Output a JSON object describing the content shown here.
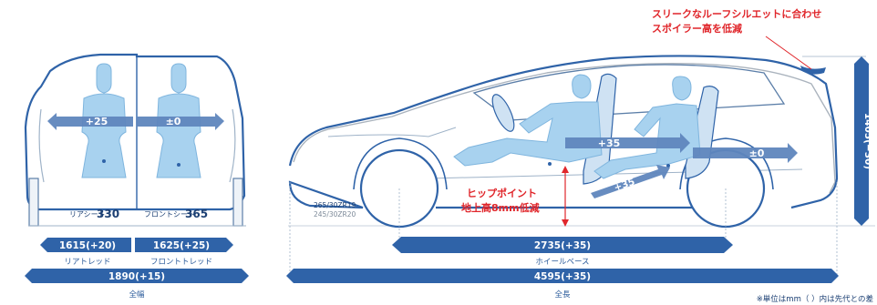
{
  "annotations": {
    "spoiler_line1": "スリークなルーフシルエットに合わせ",
    "spoiler_line2": "スポイラー高を低減",
    "hip_line1": "ヒップポイント",
    "hip_line2": "地上高8mm低減"
  },
  "front_view": {
    "rear_headroom": "+25",
    "front_headroom": "±0",
    "rear_seat_label": "リアシート",
    "rear_seat_value": "330",
    "front_seat_label": "フロントシート",
    "front_seat_value": "365",
    "rear_tread_value": "1615(+20)",
    "rear_tread_label": "リアトレッド",
    "front_tread_value": "1625(+25)",
    "front_tread_label": "フロントトレッド",
    "width_value": "1890(+15)",
    "width_label": "全幅"
  },
  "side_view": {
    "front_legroom": "+35",
    "rear_headroom": "±0",
    "rear_legroom": "+35",
    "tire_size_1": "265/30ZR19",
    "tire_size_2": "245/30ZR20",
    "height_value": "1405(−30)",
    "wheelbase_value": "2735(+35)",
    "wheelbase_label": "ホイールベース",
    "length_value": "4595(+35)",
    "length_label": "全長"
  },
  "footnote": "※単位はmm（ ）内は先代との差",
  "colors": {
    "outline": "#2f63a8",
    "dimension_bar": "#2f63a8",
    "occupant": "#a8d2ef",
    "headroom_bar": "#5f86bd",
    "annotation_red": "#e0262b"
  }
}
